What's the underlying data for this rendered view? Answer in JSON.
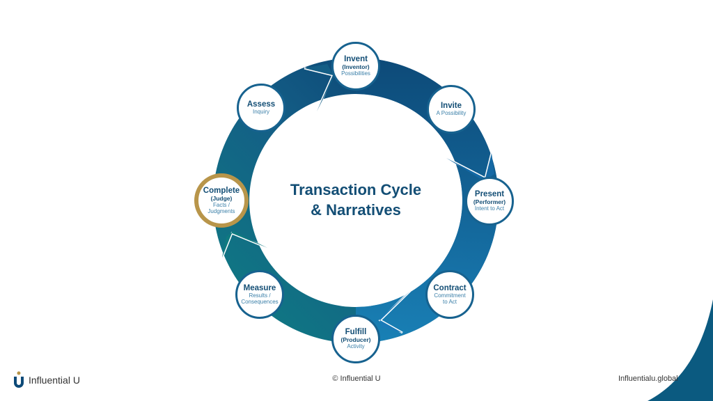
{
  "title": {
    "line1": "Transaction Cycle",
    "line2": "& Narratives"
  },
  "nodes": [
    {
      "id": "invent",
      "title": "Invent",
      "role": "(Inventor)",
      "sub": "Possibilities"
    },
    {
      "id": "invite",
      "title": "Invite",
      "role": "",
      "sub": "A Possibility"
    },
    {
      "id": "present",
      "title": "Present",
      "role": "(Performer)",
      "sub": "Intent to Act"
    },
    {
      "id": "contract",
      "title": "Contract",
      "role": "",
      "sub": "Commitment to Act"
    },
    {
      "id": "fulfill",
      "title": "Fulfill",
      "role": "(Producer)",
      "sub": "Activity"
    },
    {
      "id": "measure",
      "title": "Measure",
      "role": "",
      "sub": "Results / Consequences"
    },
    {
      "id": "complete",
      "title": "Complete",
      "role": "(Judge)",
      "sub": "Facts / Judgments"
    },
    {
      "id": "assess",
      "title": "Assess",
      "role": "",
      "sub": "Inquiry"
    }
  ],
  "footer": {
    "logo_text": "Influential U",
    "copyright": "© Influential U",
    "website": "Influentialu.global"
  },
  "colors": {
    "navy": "#0d4a78",
    "teal": "#0e7a80",
    "blue": "#1a7ab8",
    "gold": "#b8954a"
  }
}
